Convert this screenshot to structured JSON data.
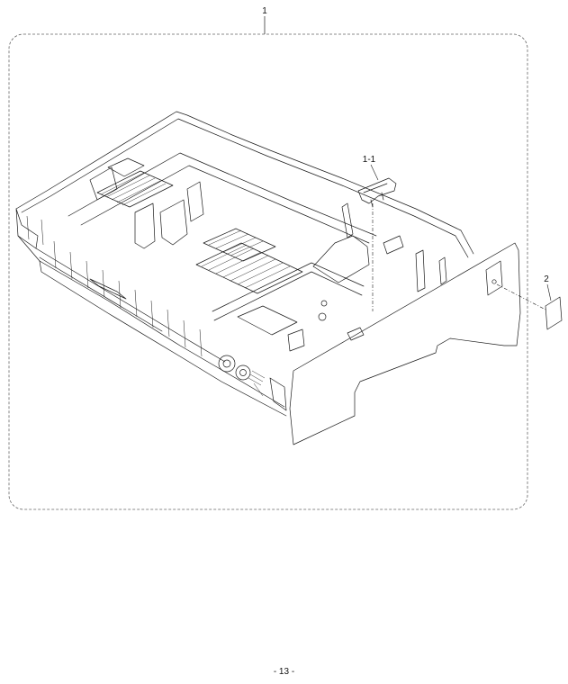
{
  "diagram": {
    "callouts": {
      "assembly": "1",
      "sub_part": "1-1",
      "label_part": "2"
    },
    "page_number": "- 13 -"
  }
}
